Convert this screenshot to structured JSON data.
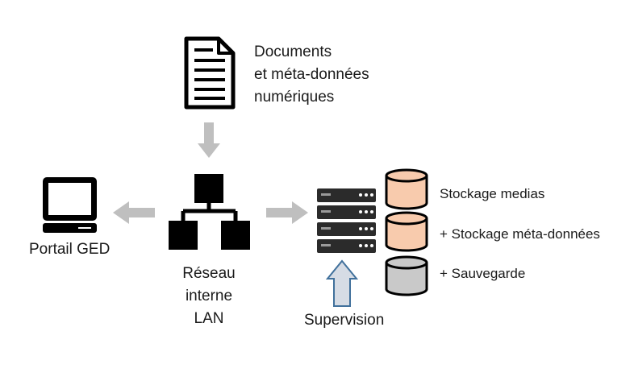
{
  "documents_label_lines": [
    "Documents",
    "et méta-données",
    "numériques"
  ],
  "portal_label": "Portail GED",
  "network_label_lines": [
    "Réseau",
    "interne",
    "LAN"
  ],
  "supervision_label": "Supervision",
  "storage_labels": [
    "Stockage medias",
    "+ Stockage méta-données",
    "+ Sauvegarde"
  ],
  "colors": {
    "arrow_gray": "#bfbfbf",
    "icon_black": "#000000",
    "storage_orange": "#f8cbad",
    "storage_gray": "#c9c9c9",
    "supervision_arrow_fill": "#d6dce5",
    "supervision_arrow_stroke": "#41719c"
  },
  "icons": [
    "document-icon",
    "computer-monitor-icon",
    "network-hierarchy-icon",
    "server-rack-icon",
    "database-cylinder-icon"
  ]
}
